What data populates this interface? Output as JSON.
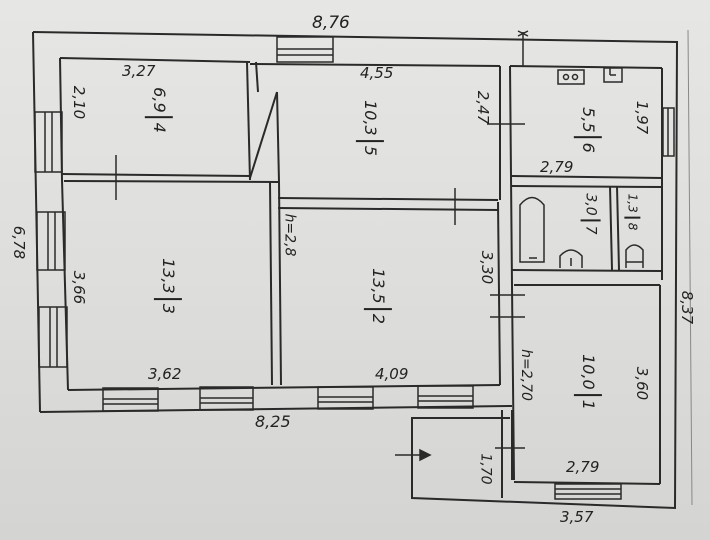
{
  "floor_plan": {
    "overall_dimensions": {
      "top_width": "8,76",
      "bottom_left_width": "8,25",
      "bottom_right_width": "3,57",
      "left_height": "6,78",
      "right_height": "8,37"
    },
    "rooms": [
      {
        "number": "1",
        "area": "10,0",
        "dims": {
          "width": "2,79",
          "height": "3,60",
          "left_wall": "h=2,70"
        }
      },
      {
        "number": "2",
        "area": "13,5",
        "dims": {
          "width": "4,09",
          "height": "3,30",
          "left_wall": "h=2,8"
        }
      },
      {
        "number": "3",
        "area": "13,3",
        "dims": {
          "width": "3,62",
          "height": "3,66"
        }
      },
      {
        "number": "4",
        "area": "6,9",
        "dims": {
          "width": "3,27",
          "height": "2,10"
        }
      },
      {
        "number": "5",
        "area": "10,3",
        "dims": {
          "width": "4,55",
          "height": "2,47"
        }
      },
      {
        "number": "6",
        "area": "5,5",
        "dims": {
          "width": "2,79",
          "height": "1,97"
        }
      },
      {
        "number": "7",
        "area": "3,0"
      },
      {
        "number": "8",
        "area": "1,3"
      }
    ],
    "entrance": {
      "depth": "1,70"
    }
  }
}
